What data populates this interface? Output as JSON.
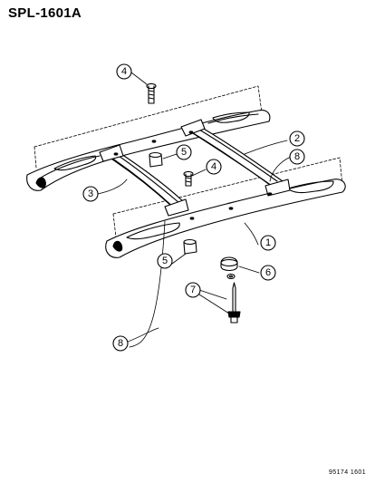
{
  "header": {
    "code": "SPL-1601A"
  },
  "footer": {
    "figure_code": "95174 1601"
  },
  "callouts": [
    "1",
    "2",
    "3",
    "4",
    "4",
    "5",
    "5",
    "6",
    "7",
    "8",
    "8"
  ]
}
